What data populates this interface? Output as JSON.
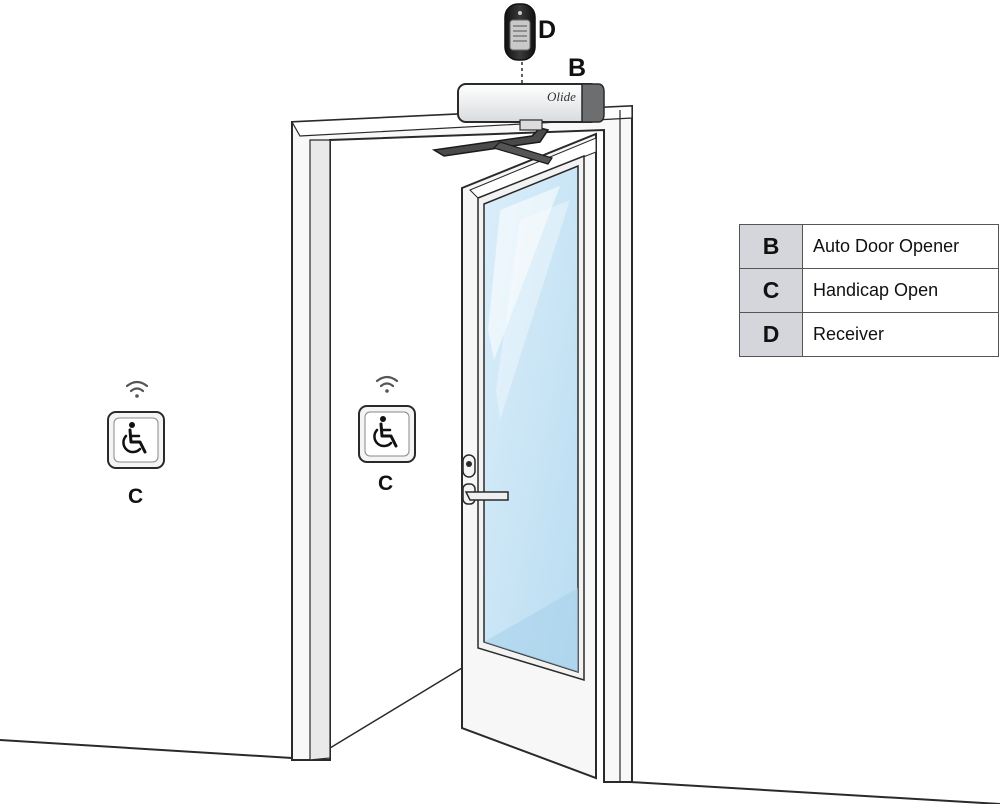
{
  "brand": {
    "logo_text": "Olide"
  },
  "callouts": {
    "receiver": "D",
    "opener": "B",
    "button_left": "C",
    "button_center": "C"
  },
  "legend": {
    "rows": [
      {
        "key": "B",
        "label": "Auto Door Opener"
      },
      {
        "key": "C",
        "label": "Handicap Open"
      },
      {
        "key": "D",
        "label": "Receiver"
      }
    ]
  },
  "icons": {
    "wireless": "wifi-signal-icon",
    "accessibility": "wheelchair-icon"
  },
  "colors": {
    "glass": "#cfe7f6",
    "frame": "#f7f7f7",
    "outline": "#2a2a2a",
    "legend_key_bg": "#d4d6db",
    "opener_body": "#f0f2f3",
    "opener_cap": "#6d6e70"
  }
}
